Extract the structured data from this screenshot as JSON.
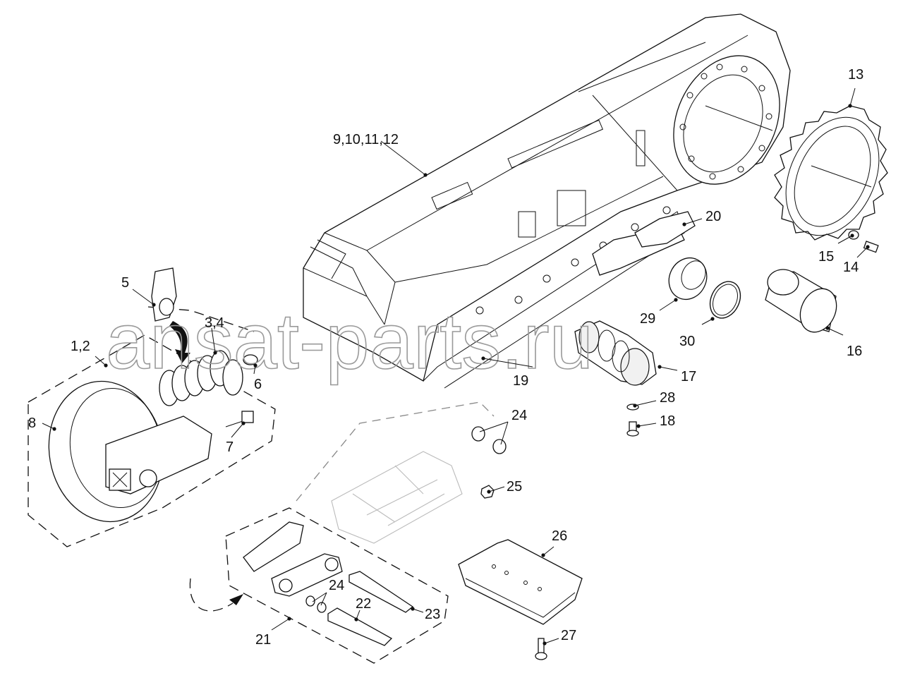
{
  "watermark": "ansat-parts.ru",
  "callouts": [
    {
      "id": "c-9-12",
      "text": "9,10,11,12"
    },
    {
      "id": "c-13",
      "text": "13"
    },
    {
      "id": "c-20",
      "text": "20"
    },
    {
      "id": "c-15",
      "text": "15"
    },
    {
      "id": "c-14",
      "text": "14"
    },
    {
      "id": "c-16",
      "text": "16"
    },
    {
      "id": "c-29",
      "text": "29"
    },
    {
      "id": "c-30",
      "text": "30"
    },
    {
      "id": "c-17",
      "text": "17"
    },
    {
      "id": "c-19",
      "text": "19"
    },
    {
      "id": "c-28",
      "text": "28"
    },
    {
      "id": "c-18",
      "text": "18"
    },
    {
      "id": "c-5",
      "text": "5"
    },
    {
      "id": "c-3-4",
      "text": "3,4"
    },
    {
      "id": "c-1-2",
      "text": "1,2"
    },
    {
      "id": "c-6",
      "text": "6"
    },
    {
      "id": "c-8",
      "text": "8"
    },
    {
      "id": "c-7",
      "text": "7"
    },
    {
      "id": "c-24a",
      "text": "24"
    },
    {
      "id": "c-25",
      "text": "25"
    },
    {
      "id": "c-26",
      "text": "26"
    },
    {
      "id": "c-24b",
      "text": "24"
    },
    {
      "id": "c-22",
      "text": "22"
    },
    {
      "id": "c-23",
      "text": "23"
    },
    {
      "id": "c-21",
      "text": "21"
    },
    {
      "id": "c-27",
      "text": "27"
    }
  ]
}
